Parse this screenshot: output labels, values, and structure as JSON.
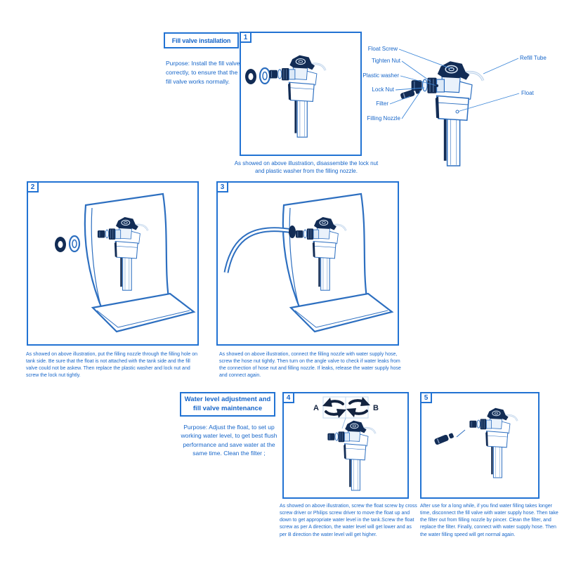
{
  "sections": {
    "install": {
      "title": "Fill valve installation",
      "purpose": "Purpose:  Install the fill valve correctly, to ensure that the fill valve works normally."
    },
    "maintenance": {
      "title": "Water level adjustment and fill valve maintenance",
      "purpose": "Purpose: Adjust the float, to set up working water level, to get best flush performance and save water at the same time. Clean the filter ;"
    }
  },
  "steps": [
    {
      "number": "1",
      "caption": "As showed on above illustration, disassemble the lock nut and plastic washer from the filling nozzle."
    },
    {
      "number": "2",
      "caption": "As showed on above illustration, put the filling nozzle through the filling hole on tank side. Be sure that the float is not attached with the tank side and the fill valve could not be askew. Then replace the plastic washer and lock nut and screw the lock nut tightly."
    },
    {
      "number": "3",
      "caption": "As showed on above illustration, connect the filling nozzle with water supply hose, screw the hose nut tightly. Then turn on the angle valve to check if water leaks from the connection of hose nut and filling nozzle. If leaks, release the water supply hose and connect again."
    },
    {
      "number": "4",
      "caption": "As showed on above illustration, screw the float screw by cross screw driver or Philips  screw driver to move the float up and down to get appropriate water level in the tank.Screw the float screw as per A direction, the water level will get lower and as per B direction the water level will get higher.",
      "annotations": {
        "left": "A",
        "right": "B"
      }
    },
    {
      "number": "5",
      "caption": "After use for a long while, if you find water filling takes longer time, disconnect the fill valve with water supply hose.  Then take the filter out from filling nozzle by pincer.  Clean the filter, and replace the filter. Finally, connect with water supply hose. Then the water filling speed will get normal again."
    }
  ],
  "parts_diagram": {
    "labels_left": [
      "Float Screw",
      "Tighten Nut",
      "Plastic washer",
      "Lock Nut",
      "Filter",
      "Filling Nozzle"
    ],
    "labels_right": [
      "Refill Tube",
      "Float"
    ]
  },
  "colors": {
    "text_blue": "#1766c9",
    "border_blue": "#2273d3",
    "illustration_blue": "#2d6fc0",
    "dark_navy": "#122c55"
  }
}
